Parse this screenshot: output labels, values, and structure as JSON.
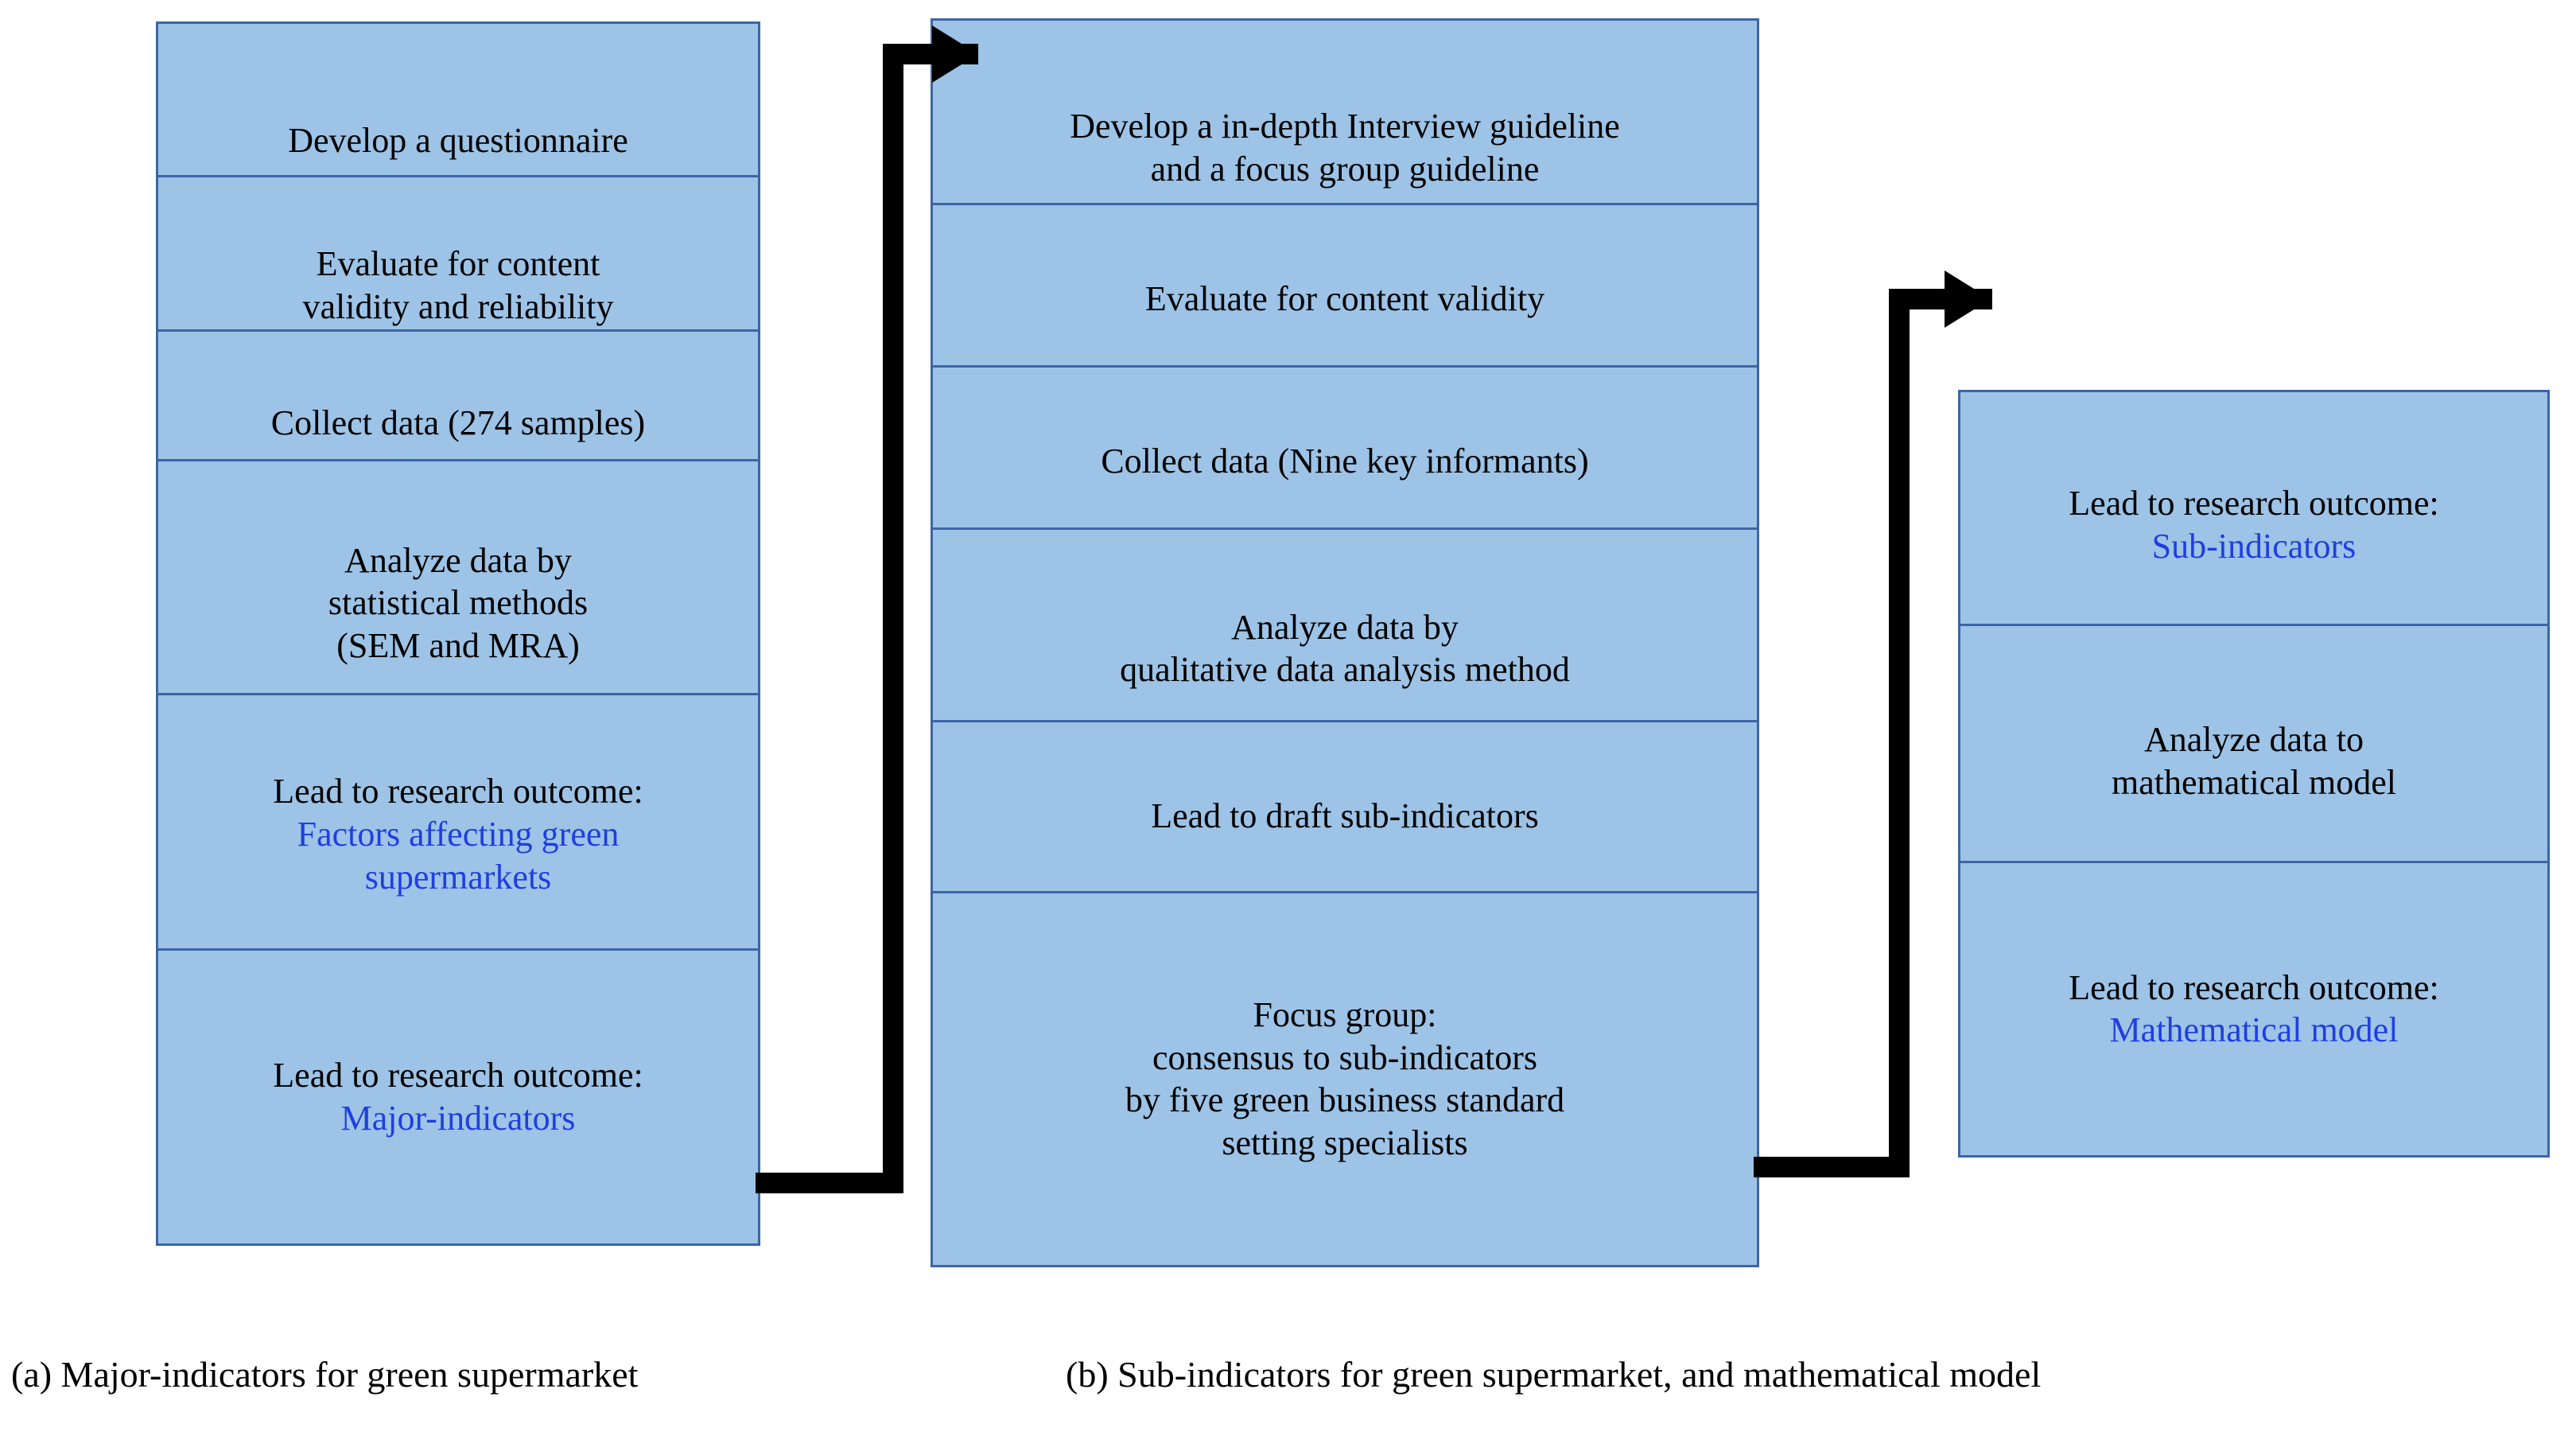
{
  "figure": {
    "title": "Research methodology flowchart for green supermarket indicators",
    "background_color": "#FFFFFF",
    "box_fill_color": "#9DC3E6",
    "box_border_color": "#3D65A5",
    "text_color": "#000000",
    "accent_text_color": "#1F3FE0",
    "arrow_color": "#000000"
  },
  "captions": {
    "a": "(a) Major-indicators for green supermarket",
    "b": "(b) Sub-indicators for green supermarket, and mathematical model"
  },
  "columns": {
    "a": {
      "label": "a",
      "nodes": [
        {
          "id": "a1",
          "lines": [
            {
              "text": "Develop a questionnaire",
              "accent": false
            }
          ]
        },
        {
          "id": "a2",
          "lines": [
            {
              "text": "Evaluate for content",
              "accent": false
            },
            {
              "text": "validity and reliability",
              "accent": false
            }
          ]
        },
        {
          "id": "a3",
          "lines": [
            {
              "text": "Collect data (274 samples)",
              "accent": false
            }
          ]
        },
        {
          "id": "a4",
          "lines": [
            {
              "text": "Analyze data by",
              "accent": false
            },
            {
              "text": "statistical methods",
              "accent": false
            },
            {
              "text": "(SEM and MRA)",
              "accent": false
            }
          ]
        },
        {
          "id": "a5",
          "lines": [
            {
              "text": "Lead to research outcome:",
              "accent": false
            },
            {
              "text": "Factors affecting green",
              "accent": true
            },
            {
              "text": "supermarkets",
              "accent": true
            }
          ]
        },
        {
          "id": "a6",
          "lines": [
            {
              "text": "Lead to research outcome:",
              "accent": false
            },
            {
              "text": "Major-indicators",
              "accent": true
            }
          ]
        }
      ]
    },
    "b": {
      "label": "b",
      "nodes": [
        {
          "id": "b1",
          "lines": [
            {
              "text": "Develop a in-depth Interview guideline",
              "accent": false
            },
            {
              "text": "and a focus group guideline",
              "accent": false
            }
          ]
        },
        {
          "id": "b2",
          "lines": [
            {
              "text": "Evaluate for content validity",
              "accent": false
            }
          ]
        },
        {
          "id": "b3",
          "lines": [
            {
              "text": "Collect data (Nine key informants)",
              "accent": false
            }
          ]
        },
        {
          "id": "b4",
          "lines": [
            {
              "text": "Analyze data by",
              "accent": false
            },
            {
              "text": "qualitative data analysis method",
              "accent": false
            }
          ]
        },
        {
          "id": "b5",
          "lines": [
            {
              "text": "Lead to draft sub-indicators",
              "accent": false
            }
          ]
        },
        {
          "id": "b6",
          "lines": [
            {
              "text": "Focus group:",
              "accent": false
            },
            {
              "text": "consensus to sub-indicators",
              "accent": false
            },
            {
              "text": "by five green business standard",
              "accent": false
            },
            {
              "text": "setting specialists",
              "accent": false
            }
          ]
        }
      ]
    },
    "c": {
      "label": "c",
      "nodes": [
        {
          "id": "c1",
          "lines": [
            {
              "text": "Lead to research outcome:",
              "accent": false
            },
            {
              "text": "Sub-indicators",
              "accent": true
            }
          ]
        },
        {
          "id": "c2",
          "lines": [
            {
              "text": "Analyze data to",
              "accent": false
            },
            {
              "text": "mathematical model",
              "accent": false
            }
          ]
        },
        {
          "id": "c3",
          "lines": [
            {
              "text": "Lead to research outcome:",
              "accent": false
            },
            {
              "text": "Mathematical model",
              "accent": true
            }
          ]
        }
      ]
    }
  },
  "connectors": {
    "down_arrows": [
      {
        "from": "a1",
        "to": "a2"
      },
      {
        "from": "a2",
        "to": "a3"
      },
      {
        "from": "a3",
        "to": "a4"
      },
      {
        "from": "a4",
        "to": "a5"
      },
      {
        "from": "a5",
        "to": "a6"
      },
      {
        "from": "b1",
        "to": "b2"
      },
      {
        "from": "b2",
        "to": "b3"
      },
      {
        "from": "b3",
        "to": "b4"
      },
      {
        "from": "b4",
        "to": "b5"
      },
      {
        "from": "b5",
        "to": "b6"
      },
      {
        "from": "c1",
        "to": "c2"
      },
      {
        "from": "c2",
        "to": "c3"
      }
    ],
    "elbows": [
      {
        "from": "a6",
        "to": "b1"
      },
      {
        "from": "b6",
        "to": "c1"
      }
    ]
  }
}
